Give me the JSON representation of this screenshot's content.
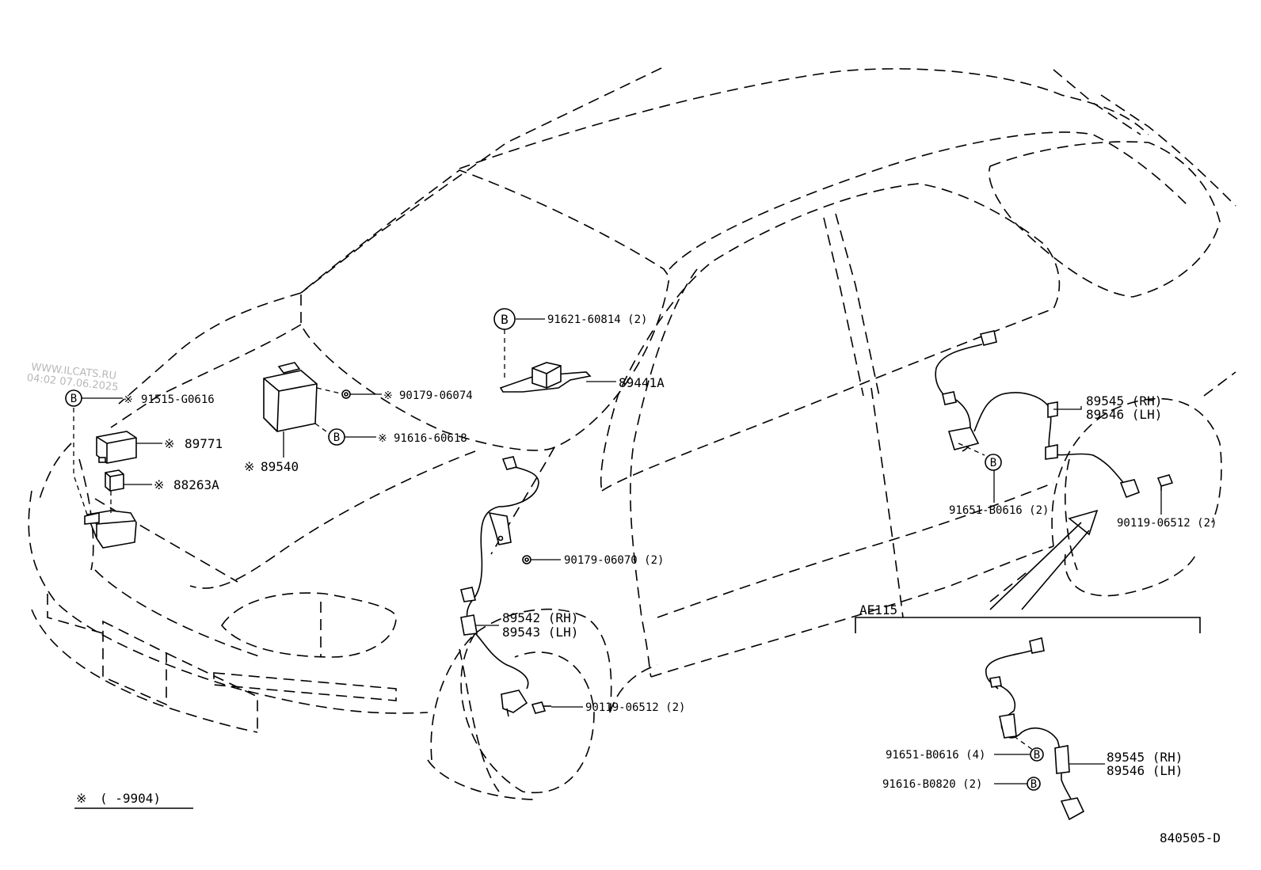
{
  "watermark": {
    "site": "WWW.ILCATS.RU",
    "stamp": "04:02 07.06.2025"
  },
  "callouts": {
    "c_89441a": "89441A",
    "c_91621": "91621-60814 (2)",
    "c_91515": "91515-G0616",
    "c_90179_06074": "90179-06074",
    "c_91616_60618": "91616-60618",
    "c_89540": "89540",
    "c_89771": "89771",
    "c_88263a": "88263A",
    "c_90179_06070": "90179-06070 (2)",
    "c_89542": "89542 (RH)",
    "c_89543": "89543 (LH)",
    "c_90119_front": "90119-06512 (2)",
    "c_89545_r": "89545 (RH)",
    "c_89546_r": "89546 (LH)",
    "c_91651_r": "91651-B0616 (2)",
    "c_90119_rear": "90119-06512 (2)",
    "c_ae115": "AE115",
    "c_91651_ae": "91651-B0616 (4)",
    "c_91616_ae": "91616-B0820 (2)",
    "c_89545_ae": "89545 (RH)",
    "c_89546_ae": "89546 (LH)"
  },
  "symbols": {
    "note_mark": "※",
    "bolt_ref": "B"
  },
  "legend": {
    "mark": "※",
    "text": "(      -9904)"
  },
  "diagram_code": "840505-D"
}
